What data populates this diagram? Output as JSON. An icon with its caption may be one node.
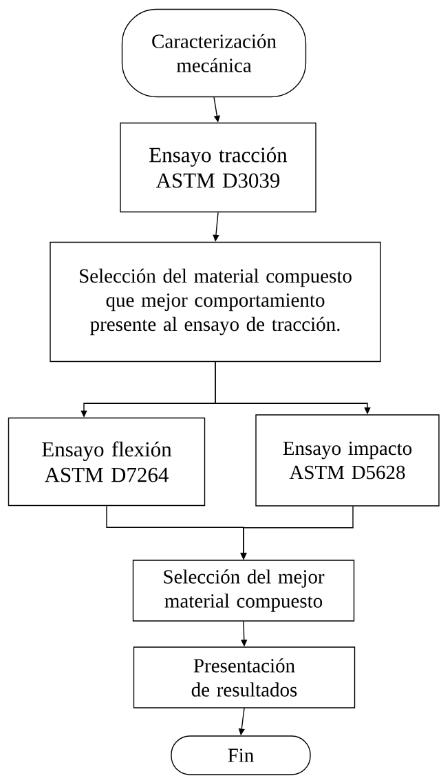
{
  "diagram": {
    "nodes": [
      {
        "text": [
          "Caracterización mecánica"
        ]
      },
      {
        "text": [
          "Ensayo tracción ASTM D3039"
        ]
      },
      {
        "text": [
          "Selección del material compuesto que mejor comportamiento presente al ensayo de tracción."
        ]
      },
      {
        "text": [
          "Ensayo flexión ASTM D7264"
        ]
      },
      {
        "text": [
          "Ensayo impacto ASTM D5628"
        ]
      },
      {
        "text": [
          "Selección del mejor material compuesto"
        ]
      },
      {
        "text": [
          "Presentación de resultados"
        ]
      },
      {
        "text": [
          "Fin"
        ]
      }
    ],
    "edges": [
      {
        "from": 0,
        "to": 1,
        "arrow": "to"
      },
      {
        "from": 1,
        "to": 2,
        "arrow": "to"
      },
      {
        "from": 2,
        "to": 3,
        "arrow": "to"
      },
      {
        "from": 2,
        "to": 4,
        "arrow": "to"
      },
      {
        "from": 3,
        "to": 5,
        "arrow": "to"
      },
      {
        "from": 4,
        "to": 5,
        "arrow": "to"
      },
      {
        "from": 5,
        "to": 6,
        "arrow": "to"
      },
      {
        "from": 6,
        "to": 7,
        "arrow": "to"
      }
    ]
  }
}
